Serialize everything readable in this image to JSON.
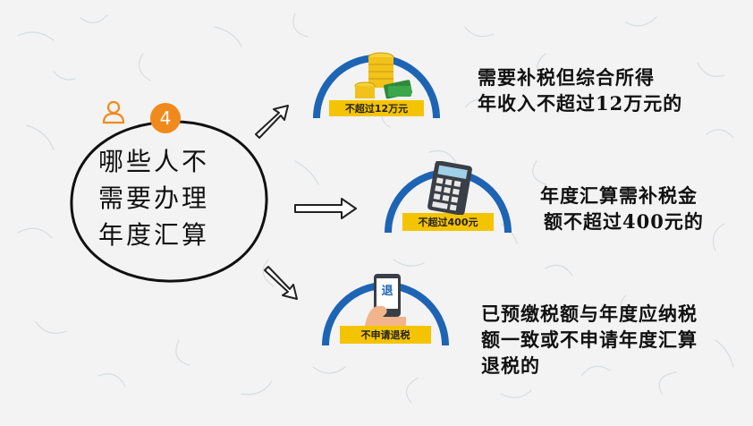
{
  "title": {
    "number": "4",
    "lines": [
      "哪些人不",
      "需要办理",
      "年度汇算"
    ]
  },
  "items": [
    {
      "icon": "coins-icon",
      "gauge_label": "不超过12万元",
      "desc_lines": [
        "需要补税但综合所得",
        "年收入不超过12万元的"
      ]
    },
    {
      "icon": "calculator-icon",
      "gauge_label": "不超过400元",
      "desc_lines": [
        "年度汇算需补税金",
        "额不超过400元的"
      ]
    },
    {
      "icon": "phone-refund-icon",
      "gauge_label": "不申请退税",
      "phone_text": "退",
      "desc_lines": [
        "已预缴税额与年度应纳税",
        "额一致或不申请年度汇算",
        "退税的"
      ]
    }
  ],
  "colors": {
    "gauge_blue": "#1e64b4",
    "gauge_yellow": "#f5c400",
    "badge_orange": "#f08a1c"
  }
}
